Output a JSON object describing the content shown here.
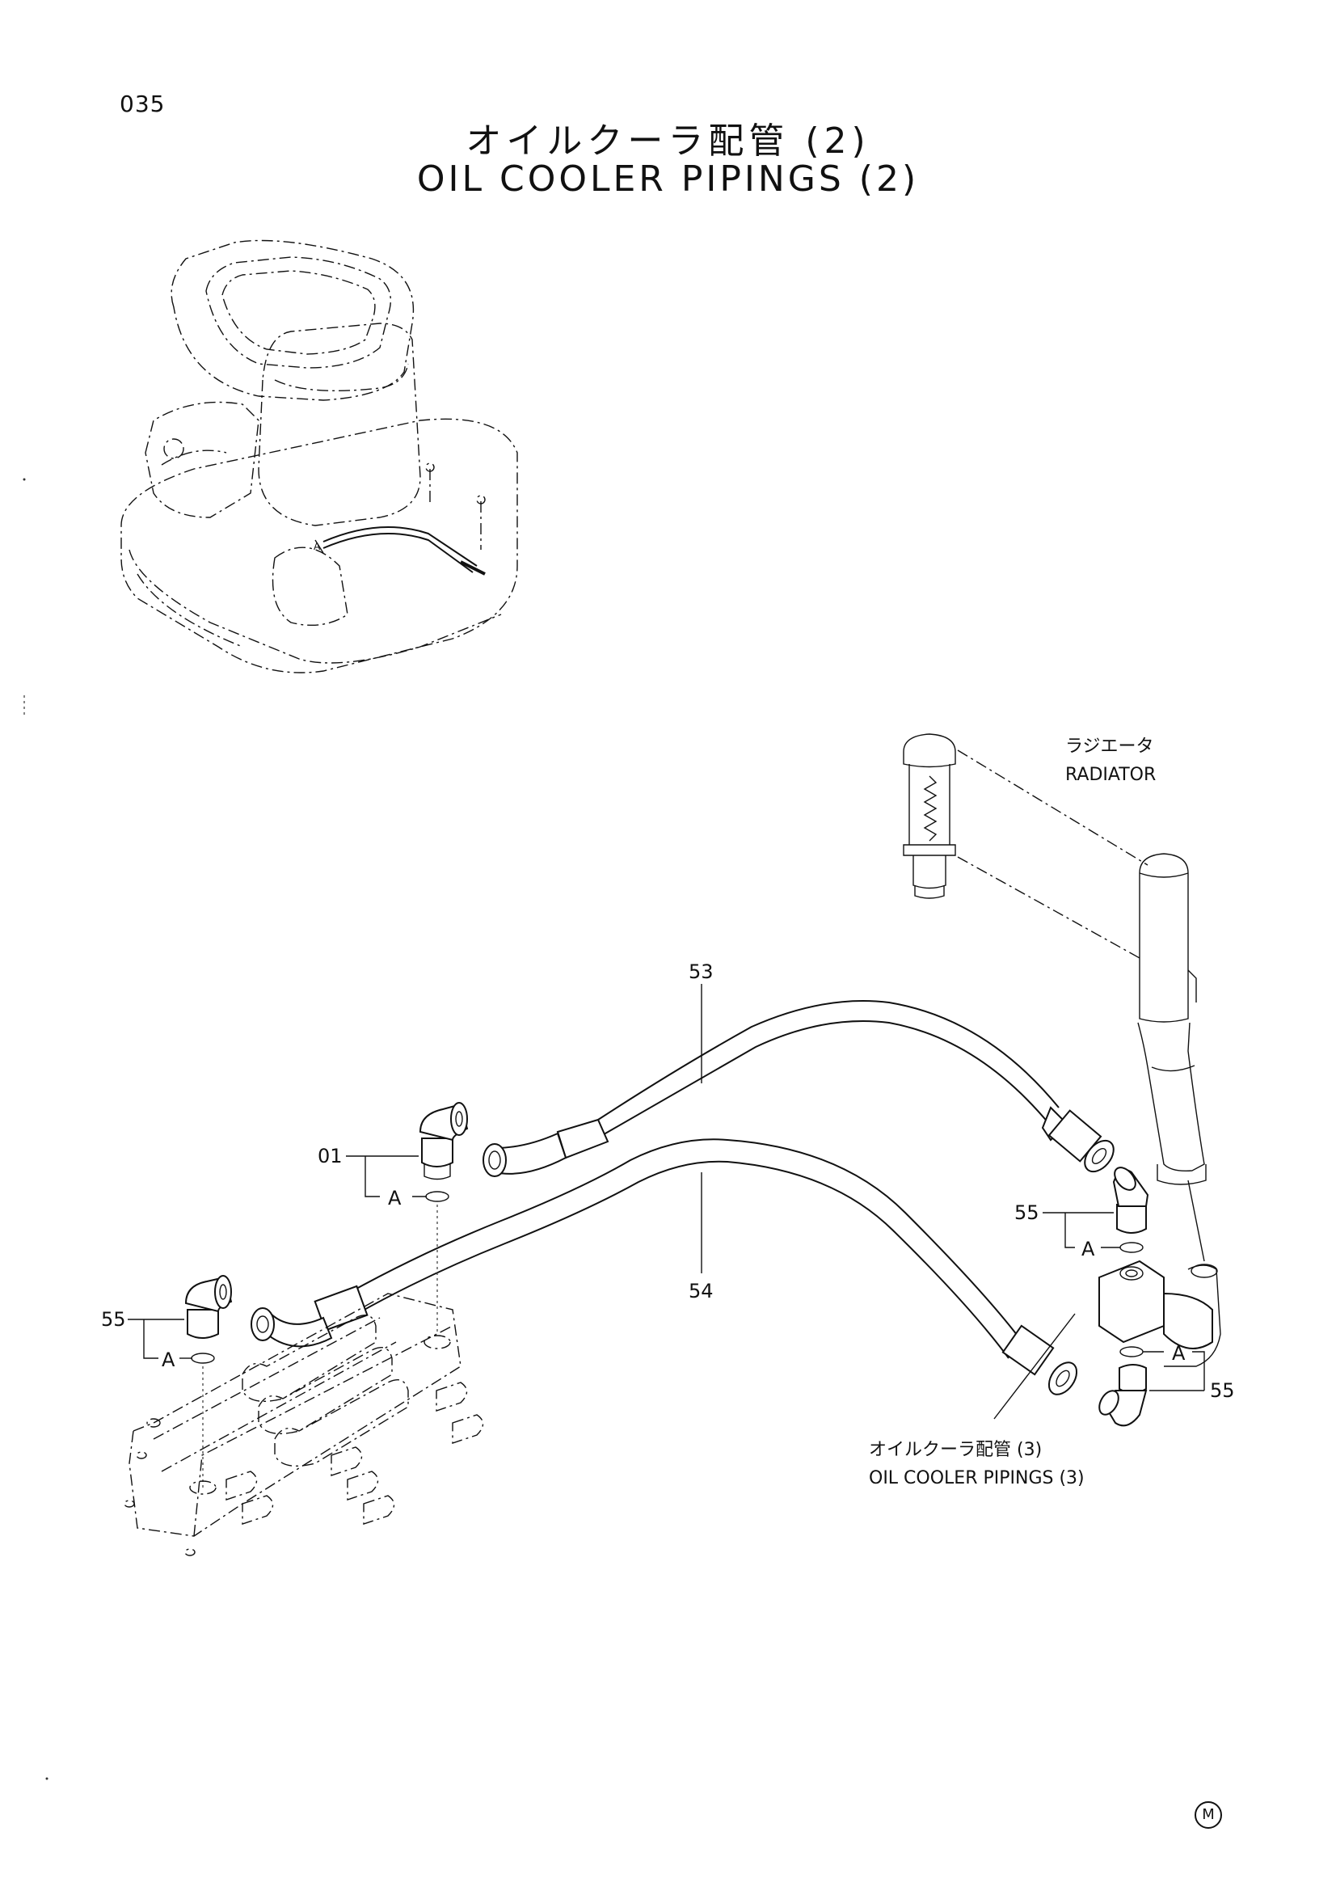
{
  "page": {
    "number": "035"
  },
  "title": {
    "jp": "オイルクーラ配管 (2)",
    "en": "OIL COOLER PIPINGS (2)"
  },
  "labels": {
    "radiator_jp": "ラジエータ",
    "radiator_en": "RADIATOR",
    "part_53": "53",
    "part_54": "54",
    "part_01": "01",
    "part_55_left": "55",
    "part_55_right_upper": "55",
    "part_55_right_lower": "55",
    "callout_a": "A",
    "ref_jp": "オイルクーラ配管 (3)",
    "ref_en": "OIL COOLER PIPINGS (3)"
  },
  "footer": {
    "marker": "M"
  }
}
